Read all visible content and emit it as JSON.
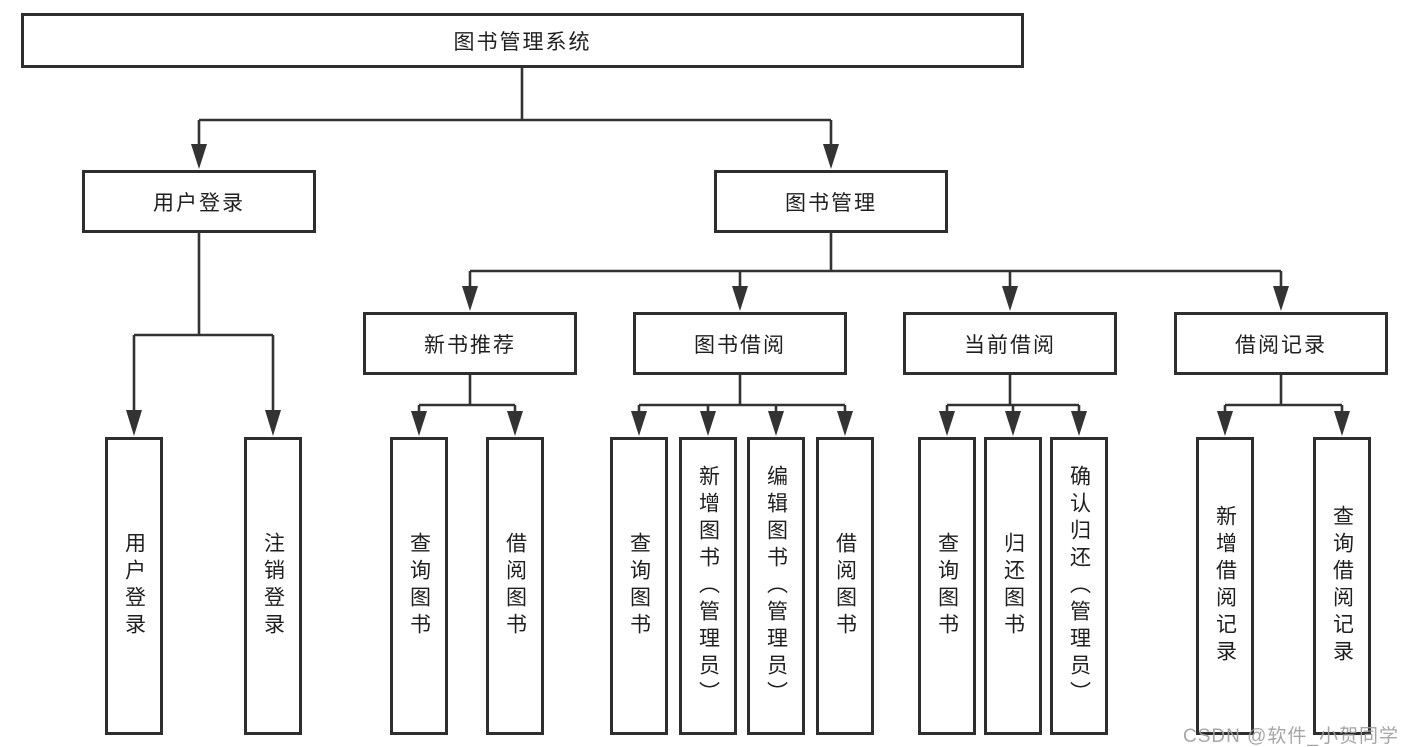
{
  "tree": {
    "label": "图书管理系统",
    "children": [
      {
        "label": "用户登录",
        "children": [
          {
            "label": "用户登录"
          },
          {
            "label": "注销登录"
          }
        ]
      },
      {
        "label": "图书管理",
        "children": [
          {
            "label": "新书推荐",
            "children": [
              {
                "label": "查询图书"
              },
              {
                "label": "借阅图书"
              }
            ]
          },
          {
            "label": "图书借阅",
            "children": [
              {
                "label": "查询图书"
              },
              {
                "label": "新增图书（管理员）"
              },
              {
                "label": "编辑图书（管理员）"
              },
              {
                "label": "借阅图书"
              }
            ]
          },
          {
            "label": "当前借阅",
            "children": [
              {
                "label": "查询图书"
              },
              {
                "label": "归还图书"
              },
              {
                "label": "确认归还（管理员）"
              }
            ]
          },
          {
            "label": "借阅记录",
            "children": [
              {
                "label": "新增借阅记录"
              },
              {
                "label": "查询借阅记录"
              }
            ]
          }
        ]
      }
    ]
  },
  "watermark": "CSDN @软件_小贺同学",
  "colors": {
    "line": "#333333",
    "box_border": "#2e2e2e",
    "text": "#1f1f1f",
    "watermark": "#9e9e9e",
    "background": "#ffffff"
  }
}
